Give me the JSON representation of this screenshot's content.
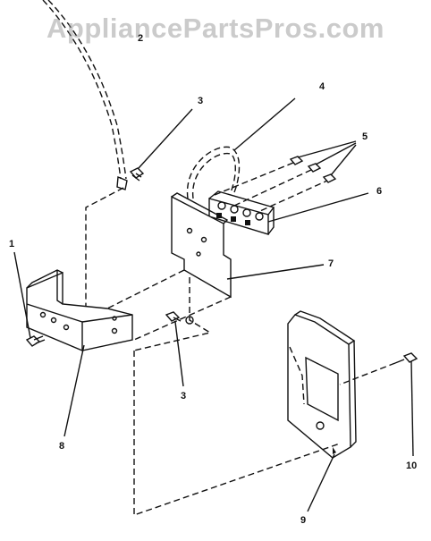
{
  "watermark": "AppliancePartsPros.com",
  "callouts": [
    {
      "id": "c1",
      "label": "1"
    },
    {
      "id": "c2",
      "label": "2"
    },
    {
      "id": "c3a",
      "label": "3"
    },
    {
      "id": "c3b",
      "label": "3"
    },
    {
      "id": "c4",
      "label": "4"
    },
    {
      "id": "c5",
      "label": "5"
    },
    {
      "id": "c6",
      "label": "6"
    },
    {
      "id": "c7",
      "label": "7"
    },
    {
      "id": "c8",
      "label": "8"
    },
    {
      "id": "c9",
      "label": "9"
    },
    {
      "id": "c10",
      "label": "10"
    }
  ],
  "colors": {
    "ink": "#111111",
    "watermark": "#8c8c8c",
    "background": "#ffffff"
  }
}
